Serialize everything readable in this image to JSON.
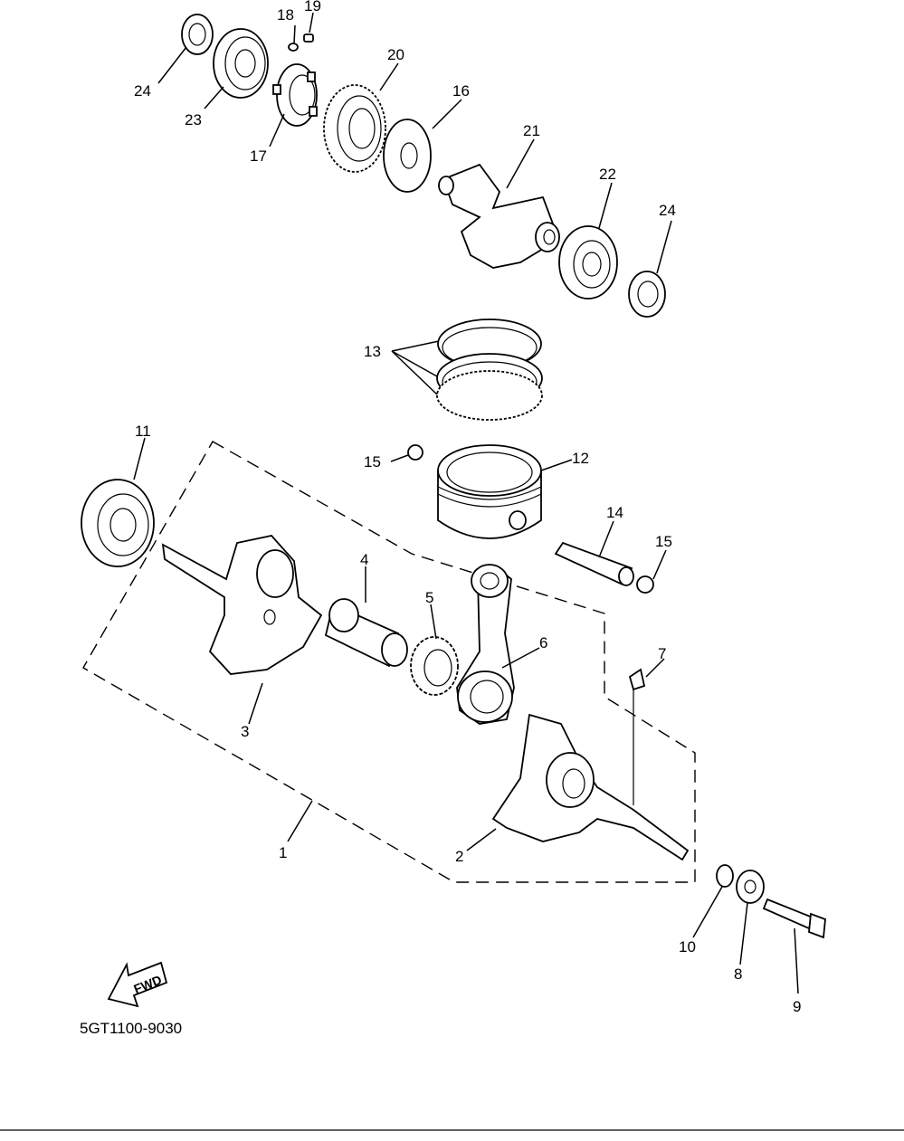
{
  "diagram": {
    "drawing_code": "5GT1100-9030",
    "direction_label": "FWD",
    "callouts": {
      "c1": "1",
      "c2": "2",
      "c3": "3",
      "c4": "4",
      "c5": "5",
      "c6": "6",
      "c7": "7",
      "c8": "8",
      "c9": "9",
      "c10": "10",
      "c11": "11",
      "c12": "12",
      "c13": "13",
      "c14": "14",
      "c15a": "15",
      "c15b": "15",
      "c16": "16",
      "c17": "17",
      "c18": "18",
      "c19": "19",
      "c20": "20",
      "c21": "21",
      "c22": "22",
      "c23": "23",
      "c24a": "24",
      "c24b": "24"
    }
  }
}
